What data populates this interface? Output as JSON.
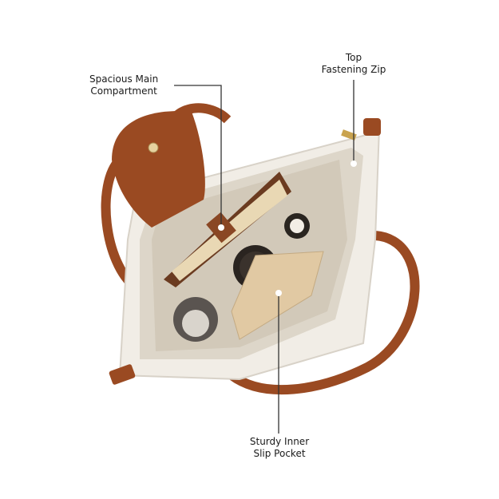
{
  "callouts": [
    {
      "line1": "Spacious Main",
      "line2": "Compartment"
    },
    {
      "line1": "Top",
      "line2": "Fastening Zip"
    },
    {
      "line1": "Sturdy Inner",
      "line2": "Slip Pocket"
    }
  ],
  "colors": {
    "leather": "#9a4a22",
    "canvas": "#f1ede6",
    "lining": "#ddd6c9",
    "callout_line": "#333333"
  }
}
